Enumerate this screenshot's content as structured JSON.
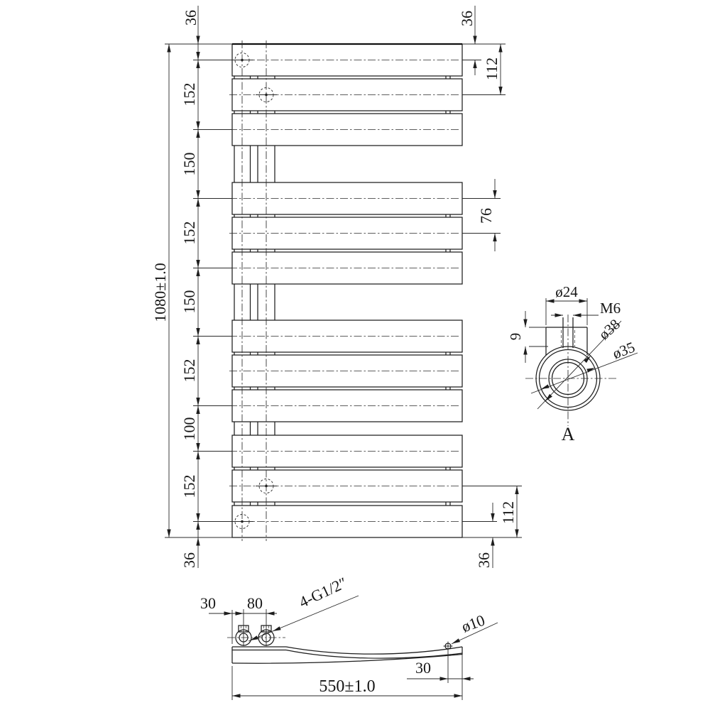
{
  "front_view": {
    "overall_height": "1080±1.0",
    "chain_dims": [
      "36",
      "152",
      "150",
      "152",
      "150",
      "152",
      "100",
      "152",
      "36"
    ],
    "right_top_offset": "36",
    "right_top_hole_offset": "112",
    "bar_pitch": "76",
    "right_bottom_hole_offset": "112",
    "right_bottom_offset": "36"
  },
  "detail_view": {
    "label": "A",
    "boss_diameter": "ø24",
    "thread_size": "M6",
    "outer_diameter": "ø38",
    "tube_diameter": "ø35",
    "boss_height": "9"
  },
  "side_view": {
    "edge_to_pipe": "30",
    "pipe_spacing": "80",
    "connection_thread": "4-G1/2″",
    "hole_diameter": "ø10",
    "hole_to_edge": "30",
    "overall_width": "550±1.0"
  }
}
